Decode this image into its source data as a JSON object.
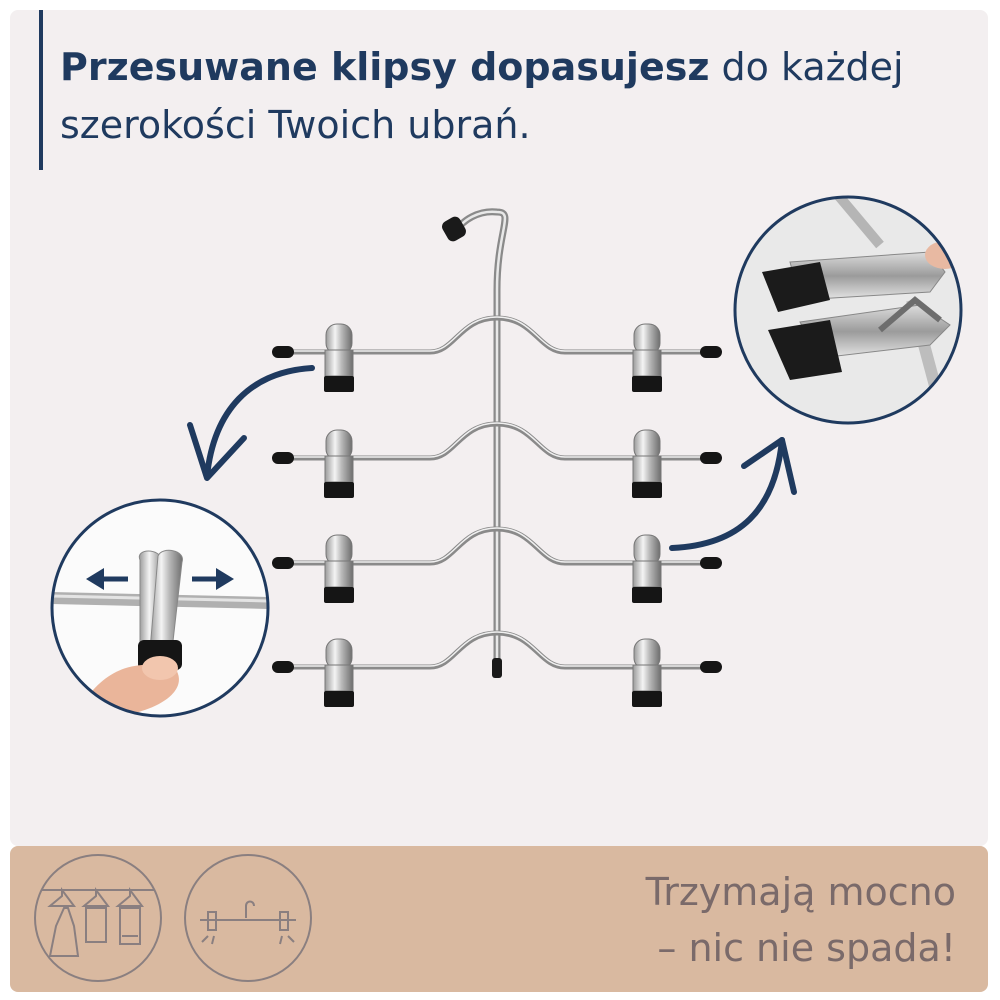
{
  "headline": {
    "bold": "Przesuwane klipsy dopasujesz",
    "regular_line1": " do każdej",
    "regular_line2": "szerokości Twoich ubrań."
  },
  "footer": {
    "line1": "Trzymają mocno",
    "line2": "– nic nie spada!"
  },
  "icons": {
    "left": "clothes-on-rail-icon",
    "right": "hanger-with-clips-icon"
  },
  "colors": {
    "accent": "#1f3a5f",
    "panel": "#f3eff0",
    "footer": "#d9b9a0",
    "footer_text": "#7a6a6a"
  }
}
